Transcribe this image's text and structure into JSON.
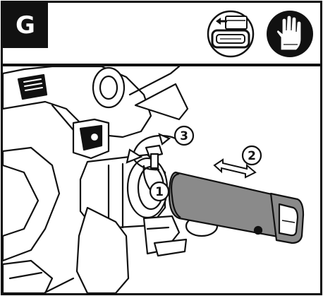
{
  "step": {
    "letter": "G"
  },
  "icons": {
    "battery_release": "battery-release-icon",
    "gloves": "gloves-icon"
  },
  "callouts": [
    {
      "number": "1"
    },
    {
      "number": "2"
    },
    {
      "number": "3"
    }
  ],
  "colors": {
    "ink": "#111111",
    "battery_fill": "#8a8a8a",
    "paper": "#ffffff"
  }
}
